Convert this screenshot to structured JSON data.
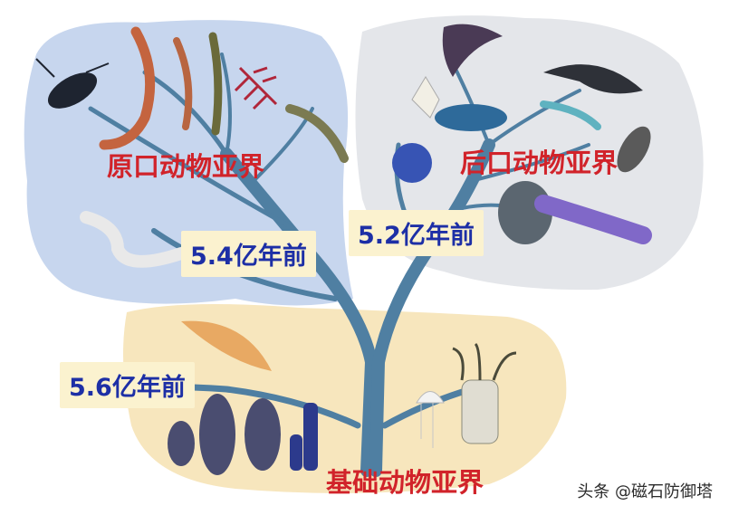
{
  "regions": {
    "protostomia": {
      "label": "原口动物亚界",
      "color": "#c7d6ee"
    },
    "deuterostomia": {
      "label": "后口动物亚界",
      "color": "#e4e6ea"
    },
    "basal": {
      "label": "基础动物亚界",
      "color": "#f7e6bd"
    }
  },
  "timeline": {
    "t1": "5.4亿年前",
    "t2": "5.2亿年前",
    "t3": "5.6亿年前"
  },
  "colors": {
    "trunk": "#4f7fa2",
    "label_red": "#d1232a",
    "label_blue": "#1d2fa6",
    "time_box_bg": "#fbf2cf"
  },
  "watermark": "头条 @磁石防御塔"
}
